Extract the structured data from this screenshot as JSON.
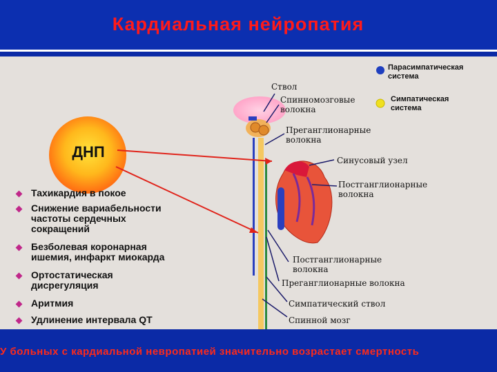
{
  "header": {
    "title": "Кардиальная нейропатия"
  },
  "diagram": {
    "center_label": "ДНП",
    "labels": {
      "stem": "Ствол",
      "spinal_fibers_1": "Спинномозговые",
      "spinal_fibers_2": "волокна",
      "preganglionic_1": "Преганглионарные",
      "preganglionic_2": "волокна",
      "sinus_node": "Синусовый узел",
      "postganglionic_1": "Постганглионарные",
      "postganglionic_2": "волокна",
      "postganglionic_low_1": "Постганглионарные",
      "postganglionic_low_2": "волокна",
      "preganglionic_low": "Преганглионарные волокна",
      "sympathetic_trunk": "Симпатический ствол",
      "spinal_cord": "Спинной мозг"
    },
    "legend": [
      {
        "line1": "Парасимпатическая",
        "line2": "система",
        "color": "#1f3fbf"
      },
      {
        "line1": "Симпатическая",
        "line2": "система",
        "color": "#f0e020"
      }
    ]
  },
  "bullets": [
    {
      "line1": "Тахикардия в покое",
      "line2": "",
      "line3": ""
    },
    {
      "line1": "Снижение вариабельности",
      "line2": "частоты сердечных",
      "line3": "сокращений"
    },
    {
      "line1": "Безболевая коронарная",
      "line2": "ишемия, инфаркт миокарда",
      "line3": ""
    },
    {
      "line1": "Ортостатическая",
      "line2": "дисрегуляция",
      "line3": ""
    },
    {
      "line1": "Аритмия",
      "line2": "",
      "line3": ""
    },
    {
      "line1": "Удлинение интервала QT",
      "line2": "",
      "line3": ""
    }
  ],
  "footer": {
    "text": "У больных с кардиальной невропатией значительно возрастает смертность"
  }
}
